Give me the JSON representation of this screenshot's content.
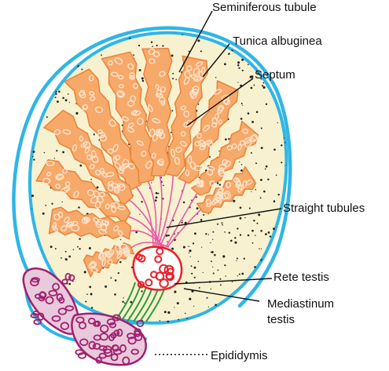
{
  "labels": {
    "seminiferous": "Seminiferous tubule",
    "tunica": "Tunica albuginea",
    "septum": "Septum",
    "straight": "Straight tubules",
    "rete": "Rete testis",
    "mediastinum_1": "Mediastinum",
    "mediastinum_2": "testis",
    "epididymis": "Epididymis"
  },
  "colors": {
    "outer_membrane": "#2eb6e6",
    "parenchyma": "#f7f1cf",
    "lobule_fill": "#f7a96a",
    "lobule_edge": "#e8843a",
    "tubule_loops": "#fde3cc",
    "straight_tubules": "#e85aa8",
    "rete": "#e8202a",
    "rete_ducts": "#2e9a3a",
    "epididymis": "#a0206e",
    "epididymis_fill": "#e9c9dc",
    "dots": "#222222",
    "leader": "#111111"
  }
}
